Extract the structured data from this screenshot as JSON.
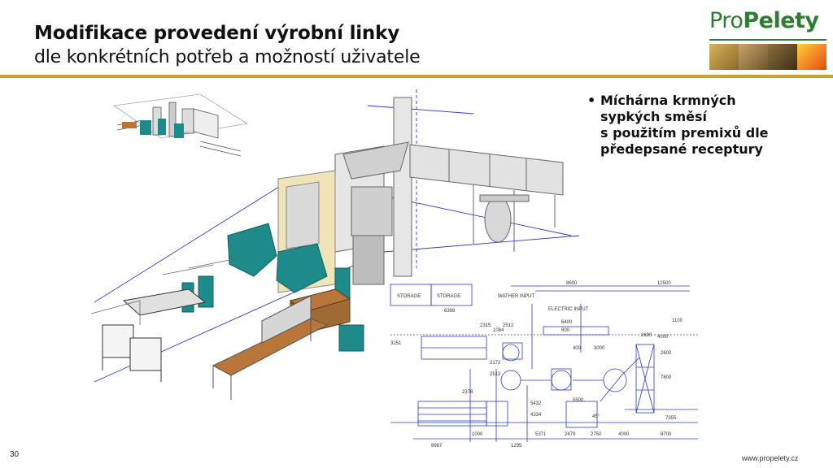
{
  "header": {
    "title": "Modifikace provedení výrobní linky",
    "subtitle": "dle konkrétních potřeb a možností uživatele"
  },
  "logo": {
    "part1": "Pro",
    "part2": "Pelety",
    "color": "#2e7d32"
  },
  "bullet": {
    "lines": [
      "Míchárna krmných",
      "sypkých směsí",
      "s použitím premixů dle",
      "předepsané receptury"
    ]
  },
  "plan": {
    "labels": {
      "storage_1": "STORAGE",
      "storage_2": "STORAGE",
      "wather_input": "WATHER INPUT",
      "electric_input": "ELECTRIC INPUT"
    },
    "dimensions": [
      "8600",
      "12500",
      "6398",
      "2315",
      "2512",
      "6400",
      "800",
      "1100",
      "3151",
      "1084",
      "2690",
      "4000",
      "2600",
      "7800",
      "400",
      "3000",
      "2172",
      "2512",
      "2378",
      "5432",
      "4334",
      "5500",
      "45°",
      "7355",
      "8987",
      "1295",
      "5371",
      "2479",
      "2750",
      "4000",
      "8700",
      "1000"
    ]
  },
  "footer": {
    "page_number": "30",
    "website": "www.propelety.cz"
  },
  "colors": {
    "gold": "#c9a227",
    "teal": "#1f8a8a",
    "wood": "#b8763a",
    "blueprint_blue": "#2a3cc0"
  }
}
